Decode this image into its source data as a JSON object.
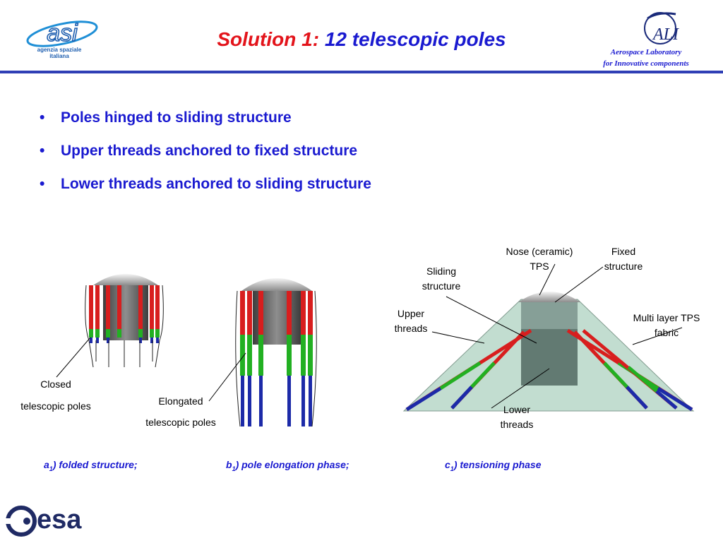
{
  "header": {
    "title_red": "Solution 1:",
    "title_blue": "12 telescopic poles",
    "left_logo_text": [
      "agenzia spaziale",
      "italiana"
    ],
    "right_logo_text": "ALI",
    "lab_line1": "Aerospace Laboratory",
    "lab_line2": "for Innovative components"
  },
  "bullets": [
    "Poles hinged to sliding structure",
    "Upper threads anchored to fixed structure",
    "Lower threads anchored to sliding structure"
  ],
  "figures": {
    "a": {
      "label_line1": "Closed",
      "label_line2": "telescopic poles"
    },
    "b": {
      "label_line1": "Elongated",
      "label_line2": "telescopic poles"
    },
    "c": {
      "nose_line1": "Nose (ceramic)",
      "nose_line2": "TPS",
      "fixed_line1": "Fixed",
      "fixed_line2": "structure",
      "sliding_line1": "Sliding",
      "sliding_line2": "structure",
      "upper_line1": "Upper",
      "upper_line2": "threads",
      "multi_line1": "Multi layer TPS",
      "multi_line2": "fabric",
      "lower_line1": "Lower",
      "lower_line2": "threads"
    }
  },
  "captions": {
    "a_letter": "a",
    "a_sub": "1",
    "a_text": ") folded structure;",
    "b_letter": "b",
    "b_sub": "1",
    "b_text": ") pole elongation phase;",
    "c_letter": "c",
    "c_sub": "1",
    "c_text": ") tensioning phase"
  },
  "footer": {
    "esa_text": "esa"
  },
  "colors": {
    "title_red": "#e3141b",
    "title_blue": "#1a1ad0",
    "rule": "#2f3fb5",
    "pole_red": "#d81e1e",
    "pole_green": "#22b022",
    "pole_blue": "#1c2aa8"
  }
}
